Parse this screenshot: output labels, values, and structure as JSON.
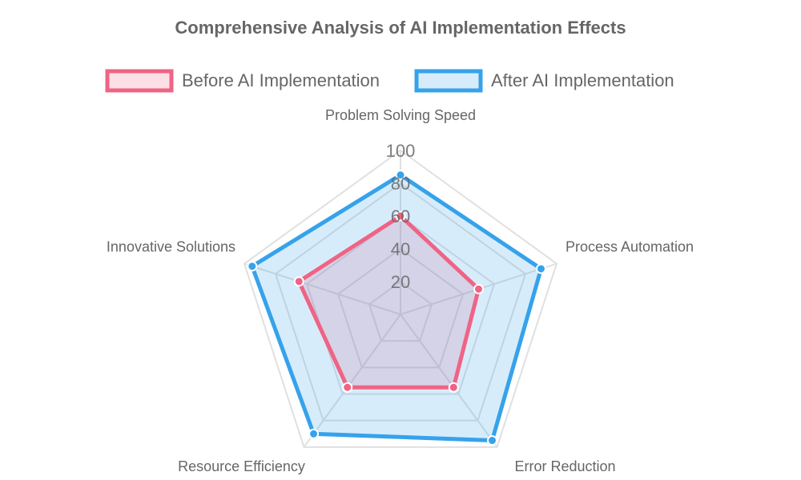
{
  "chart_data": {
    "type": "radar",
    "title": "Comprehensive Analysis of AI Implementation Effects",
    "categories": [
      "Problem Solving Speed",
      "Process Automation",
      "Error Reduction",
      "Resource Efficiency",
      "Innovative Solutions"
    ],
    "series": [
      {
        "name": "Before AI Implementation",
        "values": [
          60,
          50,
          55,
          55,
          65
        ],
        "color": "#f06384",
        "fill": "rgba(240,99,132,0.2)"
      },
      {
        "name": "After AI Implementation",
        "values": [
          85,
          90,
          95,
          90,
          95
        ],
        "color": "#36a2eb",
        "fill": "rgba(54,162,235,0.2)"
      }
    ],
    "rlim": [
      0,
      100
    ],
    "ticks": [
      20,
      40,
      60,
      80,
      100
    ],
    "grid": true,
    "legend": "top"
  },
  "colors": {
    "text": "#666666",
    "grid": "#e0e0e0"
  }
}
